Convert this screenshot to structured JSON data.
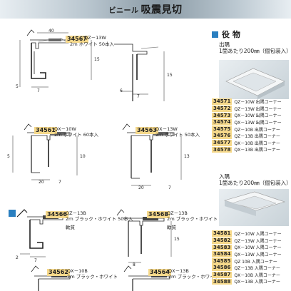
{
  "header": {
    "prefix": "ビニール",
    "title": "吸震見切"
  },
  "dims": {
    "d_40": "40",
    "d_15": "15",
    "d_5": "5",
    "d_7": "7",
    "d_6": "6",
    "d_2": "2",
    "d_20": "20",
    "d_13": "13",
    "d_10": "10",
    "d_8": "8",
    "pad": "軟質"
  },
  "drawings": [
    {
      "code": "34567",
      "model": "QZ－13W",
      "spec": "2ｍ ホワイト 50本入"
    },
    {
      "code": "34561",
      "model": "QX－10W",
      "spec": "2ｍ ホワイト 60本入"
    },
    {
      "code": "34563",
      "model": "QX－13W",
      "spec": "2ｍ ホワイト 50本入"
    },
    {
      "code": "34566",
      "model": "QZ－13B",
      "spec": "2ｍ ブラック・ホワイト 50本入"
    },
    {
      "code": "34568",
      "model": "QZ－13B",
      "spec": "2ｍ ブラック・ホワイト 50本入"
    },
    {
      "code": "34562",
      "model": "QX－10B",
      "spec": "2ｍ ブラック・ホワイト"
    },
    {
      "code": "34564",
      "model": "QX－13B",
      "spec": "2ｍ ブラック・ホワイト"
    }
  ],
  "side": {
    "title": "役 物",
    "outer_head": "出隅",
    "outer_sub": "1箇あたり200㎜（個包装入）",
    "inner_head": "入隅",
    "inner_sub": "1箇あたり200㎜（個包装入）",
    "outer_items": [
      {
        "code": "34571",
        "name": "QZ－10W 出隅コーナー"
      },
      {
        "code": "34572",
        "name": "QZ－13W 出隅コーナー"
      },
      {
        "code": "34573",
        "name": "QX－10W 出隅コーナー"
      },
      {
        "code": "34574",
        "name": "QX－13W 出隅コーナー"
      },
      {
        "code": "34575",
        "name": "QZ－10B 出隅コーナー"
      },
      {
        "code": "34576",
        "name": "QZ－13B 出隅コーナー"
      },
      {
        "code": "34577",
        "name": "QX－10B 出隅コーナー"
      },
      {
        "code": "34578",
        "name": "QX－13B 出隅コーナー"
      }
    ],
    "inner_items": [
      {
        "code": "34581",
        "name": "QZ－10W 入隅コーナー"
      },
      {
        "code": "34582",
        "name": "QZ－13W 入隅コーナー"
      },
      {
        "code": "34583",
        "name": "QX－10W 入隅コーナー"
      },
      {
        "code": "34584",
        "name": "QX－13W 入隅コーナー"
      },
      {
        "code": "34585",
        "name": "QZ 10B 入隅コーナー"
      },
      {
        "code": "34586",
        "name": "QZ－13B 入隅コーナー"
      },
      {
        "code": "34587",
        "name": "QX－10B 入隅コーナー"
      },
      {
        "code": "34588",
        "name": "QX－13B 入隅コーナー"
      }
    ]
  }
}
